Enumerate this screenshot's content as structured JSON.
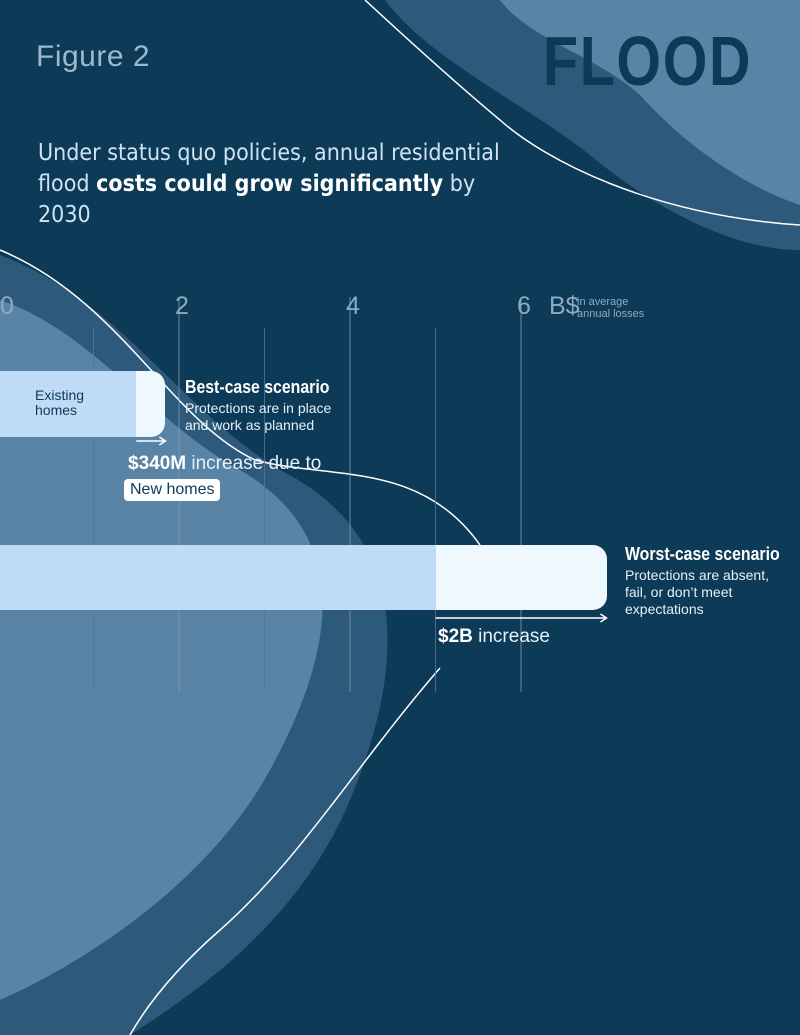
{
  "figure_label": "Figure 2",
  "brand_word": "FLOOD",
  "headline": {
    "part1": "Under status quo policies, annual residential flood ",
    "emphasis": "costs could grow significantly",
    "part2": " by 2030"
  },
  "colors": {
    "background": "#0c3a57",
    "wave_light": "#5a84a6",
    "wave_mid": "#2d5a7b",
    "existing_bar": "#bfdcf7",
    "increase_bar": "#eff7ff",
    "text_light": "#e6f0f8"
  },
  "chart_data": {
    "type": "bar",
    "orientation": "horizontal",
    "stacked": true,
    "xlim": [
      0,
      6
    ],
    "xticks": [
      0,
      2,
      4,
      6
    ],
    "xtick_labels": [
      "0",
      "2",
      "4",
      "6"
    ],
    "unit": "B$",
    "unit_note": "in average annual losses",
    "grid": true,
    "categories": [
      "Best-case scenario",
      "Worst-case scenario"
    ],
    "series": [
      {
        "name": "Existing homes",
        "values": [
          1.5,
          5.0
        ]
      },
      {
        "name": "New homes",
        "values": [
          0.34,
          2.0
        ]
      }
    ],
    "scenarios": [
      {
        "title": "Best-case scenario",
        "description": "Protections are in place and work as planned",
        "increase_amount": "$340M",
        "increase_text": " increase due to"
      },
      {
        "title": "Worst-case scenario",
        "description": "Protections are absent, fail, or don’t meet expectations",
        "increase_amount": "$2B",
        "increase_text": " increase"
      }
    ],
    "new_homes_label": "New homes"
  }
}
